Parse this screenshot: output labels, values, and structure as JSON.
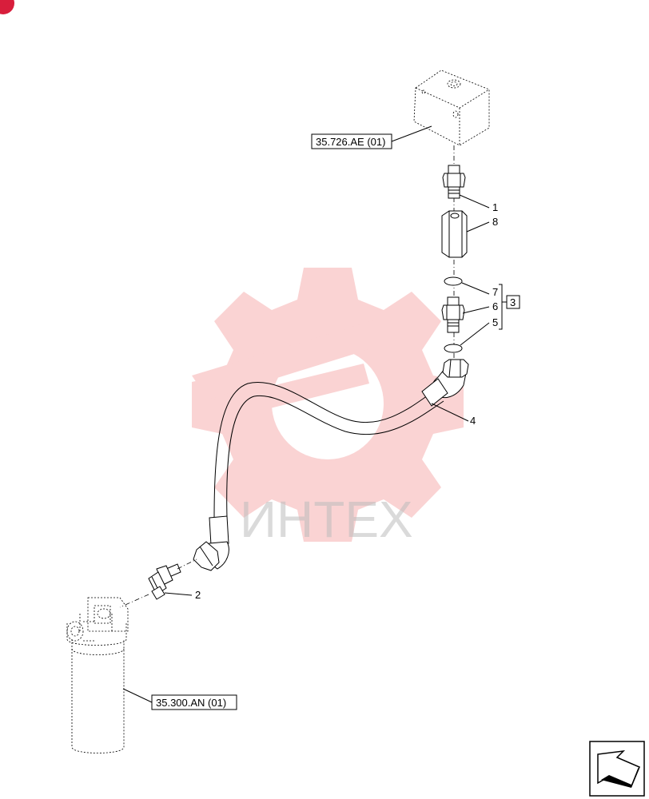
{
  "references": {
    "top_ref": "35.726.AE (01)",
    "bottom_ref": "35.300.AN (01)",
    "kit_ref": "3"
  },
  "item_numbers": {
    "n1": "1",
    "n2": "2",
    "n4": "4",
    "n5": "5",
    "n6": "6",
    "n7": "7",
    "n8": "8"
  },
  "watermark": {
    "text": "ИНТЕХ",
    "color": "#f4a0a0"
  },
  "colors": {
    "line": "#000000",
    "watermark_gear": "#f6b0b0",
    "corner_badge": "#d81e3c"
  },
  "icons": {
    "nav_arrow": "arrow-down-left-icon"
  }
}
